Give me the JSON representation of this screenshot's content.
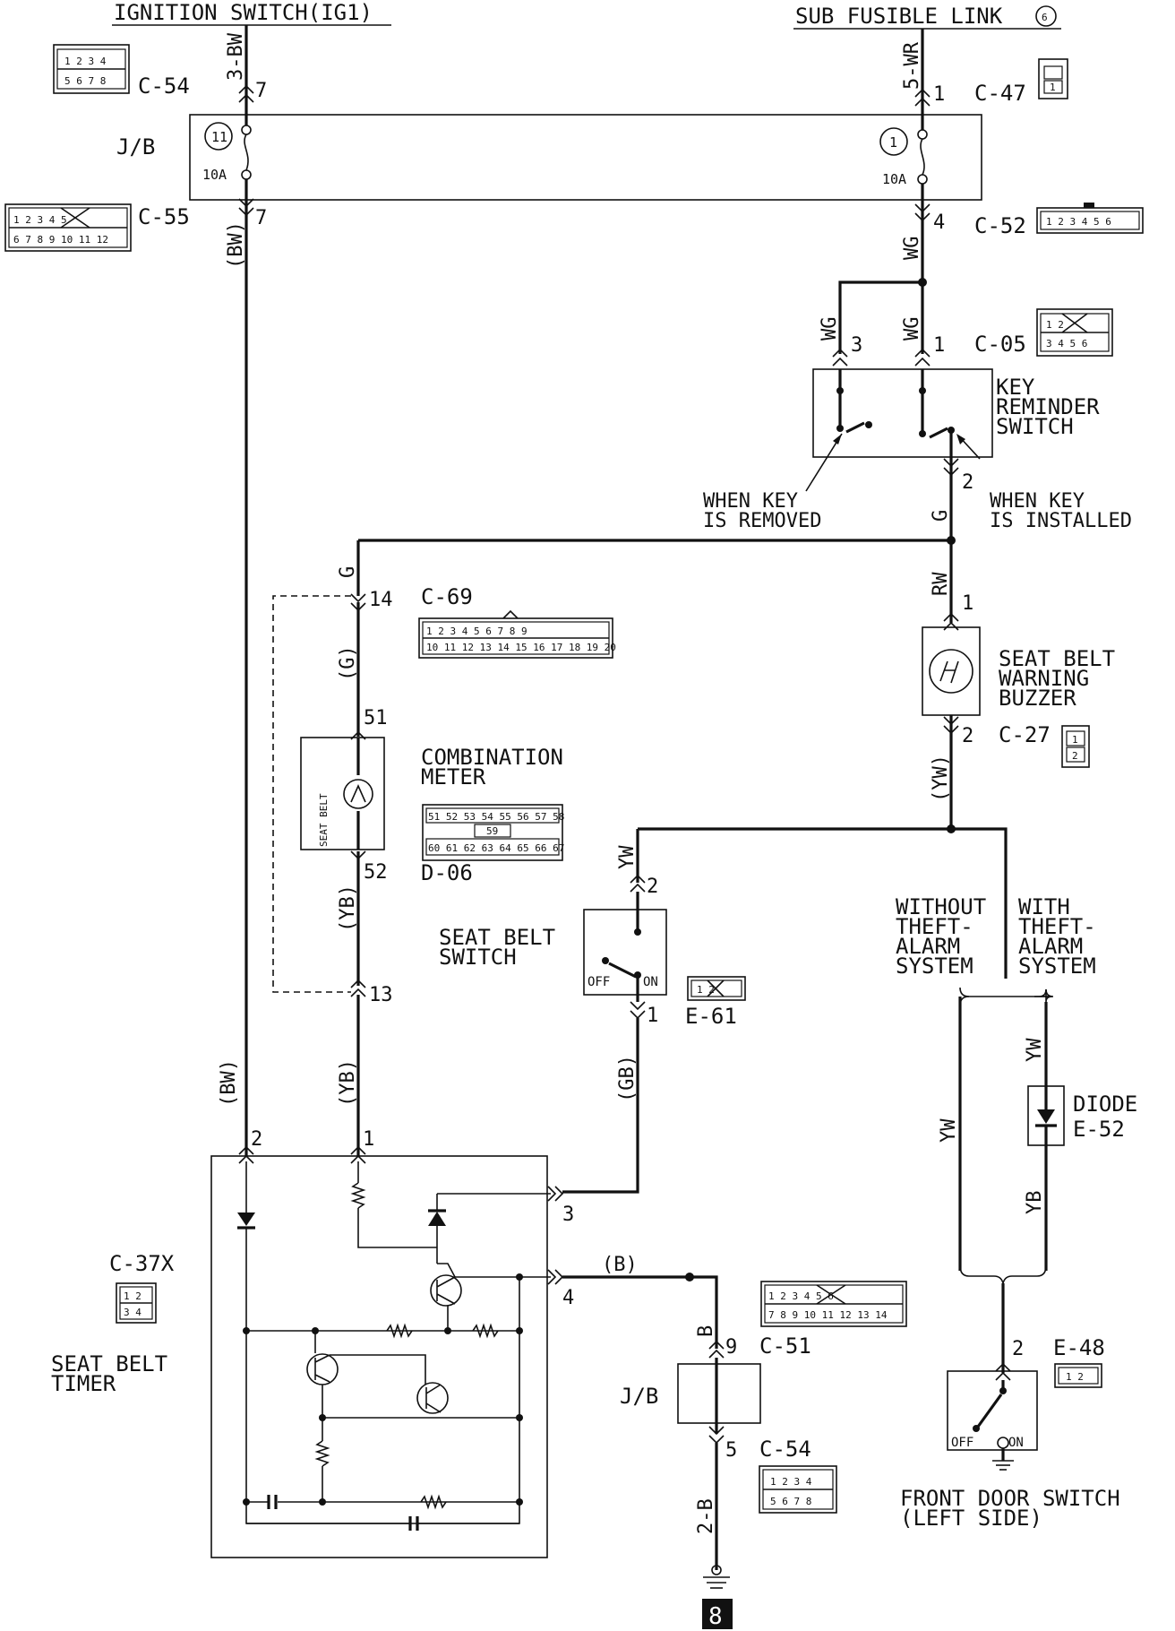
{
  "sources": {
    "ignition": "IGNITION SWITCH(IG1)",
    "fusible": "SUB FUSIBLE LINK",
    "fusible_num": "6"
  },
  "jb_top": {
    "label": "J/B",
    "fuse_left_num": "11",
    "fuse_left_amp": "10A",
    "fuse_right_num": "1",
    "fuse_right_amp": "10A"
  },
  "wires": {
    "w_3bw": "3-BW",
    "w_bw_upper": "(BW)",
    "w_bw_lower": "(BW)",
    "w_5wr": "5-WR",
    "w_wg_a": "WG",
    "w_wg_b": "WG",
    "w_wg_c": "WG",
    "w_g_top": "G",
    "w_g_left": "G",
    "w_g_paren": "(G)",
    "w_rw": "RW",
    "w_yw_paren": "(YW)",
    "w_yb_upper": "(YB)",
    "w_yb_lower": "(YB)",
    "w_yw_sw": "YW",
    "w_gb": "(GB)",
    "w_b": "(B)",
    "w_b2": "B",
    "w_2b": "2-B",
    "w_yw_diode": "YW",
    "w_yw_left": "YW",
    "w_yb_diode": "YB"
  },
  "pins": {
    "p_ig_7": "7",
    "p_ig_7b": "7",
    "p_fl_1": "1",
    "p_fl_4": "4",
    "p_krs_3": "3",
    "p_krs_1": "1",
    "p_krs_2": "2",
    "p_c69_14": "14",
    "p_m_51": "51",
    "p_m_52": "52",
    "p_c69_13": "13",
    "p_bz_1": "1",
    "p_bz_2": "2",
    "p_sw_2": "2",
    "p_sw_1": "1",
    "p_t_2": "2",
    "p_t_1": "1",
    "p_t_3": "3",
    "p_t_4": "4",
    "p_jb_9": "9",
    "p_jb_5": "5",
    "p_ds_2": "2"
  },
  "connectors": {
    "c54_top": "C-54",
    "c55": "C-55",
    "c47": "C-47",
    "c52": "C-52",
    "c05": "C-05",
    "c69": "C-69",
    "d06": "D-06",
    "c27": "C-27",
    "e61": "E-61",
    "e52": "E-52",
    "c37x": "C-37X",
    "c51": "C-51",
    "c54_bot": "C-54",
    "e48": "E-48"
  },
  "components": {
    "key_reminder": [
      "KEY",
      "REMINDER",
      "SWITCH"
    ],
    "when_removed": [
      "WHEN KEY",
      "IS REMOVED"
    ],
    "when_installed": [
      "WHEN KEY",
      "IS INSTALLED"
    ],
    "buzzer": [
      "SEAT BELT",
      "WARNING",
      "BUZZER"
    ],
    "combination_meter": [
      "COMBINATION",
      "METER"
    ],
    "meter_lamp": "SEAT BELT",
    "seat_belt_switch": [
      "SEAT BELT",
      "SWITCH"
    ],
    "sw_off": "OFF",
    "sw_on": "ON",
    "without_theft": [
      "WITHOUT",
      "THEFT-",
      "ALARM",
      "SYSTEM"
    ],
    "with_theft": [
      "WITH",
      "THEFT-",
      "ALARM",
      "SYSTEM"
    ],
    "diode": "DIODE",
    "timer": [
      "SEAT BELT",
      "TIMER"
    ],
    "jb_bottom": "J/B",
    "door_switch": [
      "FRONT DOOR SWITCH",
      "(LEFT SIDE)"
    ],
    "ds_off": "OFF",
    "ds_on": "ON",
    "ground_ref": "8"
  },
  "connector_pins": {
    "c54": [
      [
        "1",
        "2",
        "3",
        "4"
      ],
      [
        "5",
        "6",
        "7",
        "8"
      ]
    ],
    "c55": [
      [
        "1",
        "2",
        "3",
        "",
        "4",
        "5"
      ],
      [
        "6",
        "7",
        "8",
        "9",
        "10",
        "11",
        "12"
      ]
    ],
    "c47": [
      [
        "1"
      ]
    ],
    "c52": [
      [
        "1",
        "2",
        "3",
        "4",
        "5",
        "6"
      ]
    ],
    "c05": [
      [
        "1",
        "",
        "2"
      ],
      [
        "3",
        "4",
        "5",
        "6"
      ]
    ],
    "c69": [
      [
        "1",
        "2",
        "3",
        "4",
        "",
        "5",
        "6",
        "7",
        "8",
        "9"
      ],
      [
        "10",
        "11",
        "12",
        "13",
        "14",
        "15",
        "16",
        "17",
        "18",
        "19",
        "20"
      ]
    ],
    "d06": [
      [
        "51",
        "52",
        "53",
        "54",
        "55",
        "56",
        "57",
        "58"
      ],
      [
        "59"
      ],
      [
        "60",
        "61",
        "62",
        "63",
        "64",
        "65",
        "66",
        "67"
      ]
    ],
    "c27": [
      [
        "1"
      ],
      [
        "2"
      ]
    ],
    "e61": [
      [
        "1",
        "",
        "2"
      ]
    ],
    "c37x": [
      [
        "1",
        "2"
      ],
      [
        "3",
        "4"
      ]
    ],
    "c51": [
      [
        "1",
        "2",
        "3",
        "",
        "4",
        "5",
        "6"
      ],
      [
        "7",
        "8",
        "9",
        "10",
        "11",
        "12",
        "13",
        "14"
      ]
    ],
    "e48": [
      [
        "1",
        "2"
      ]
    ]
  }
}
